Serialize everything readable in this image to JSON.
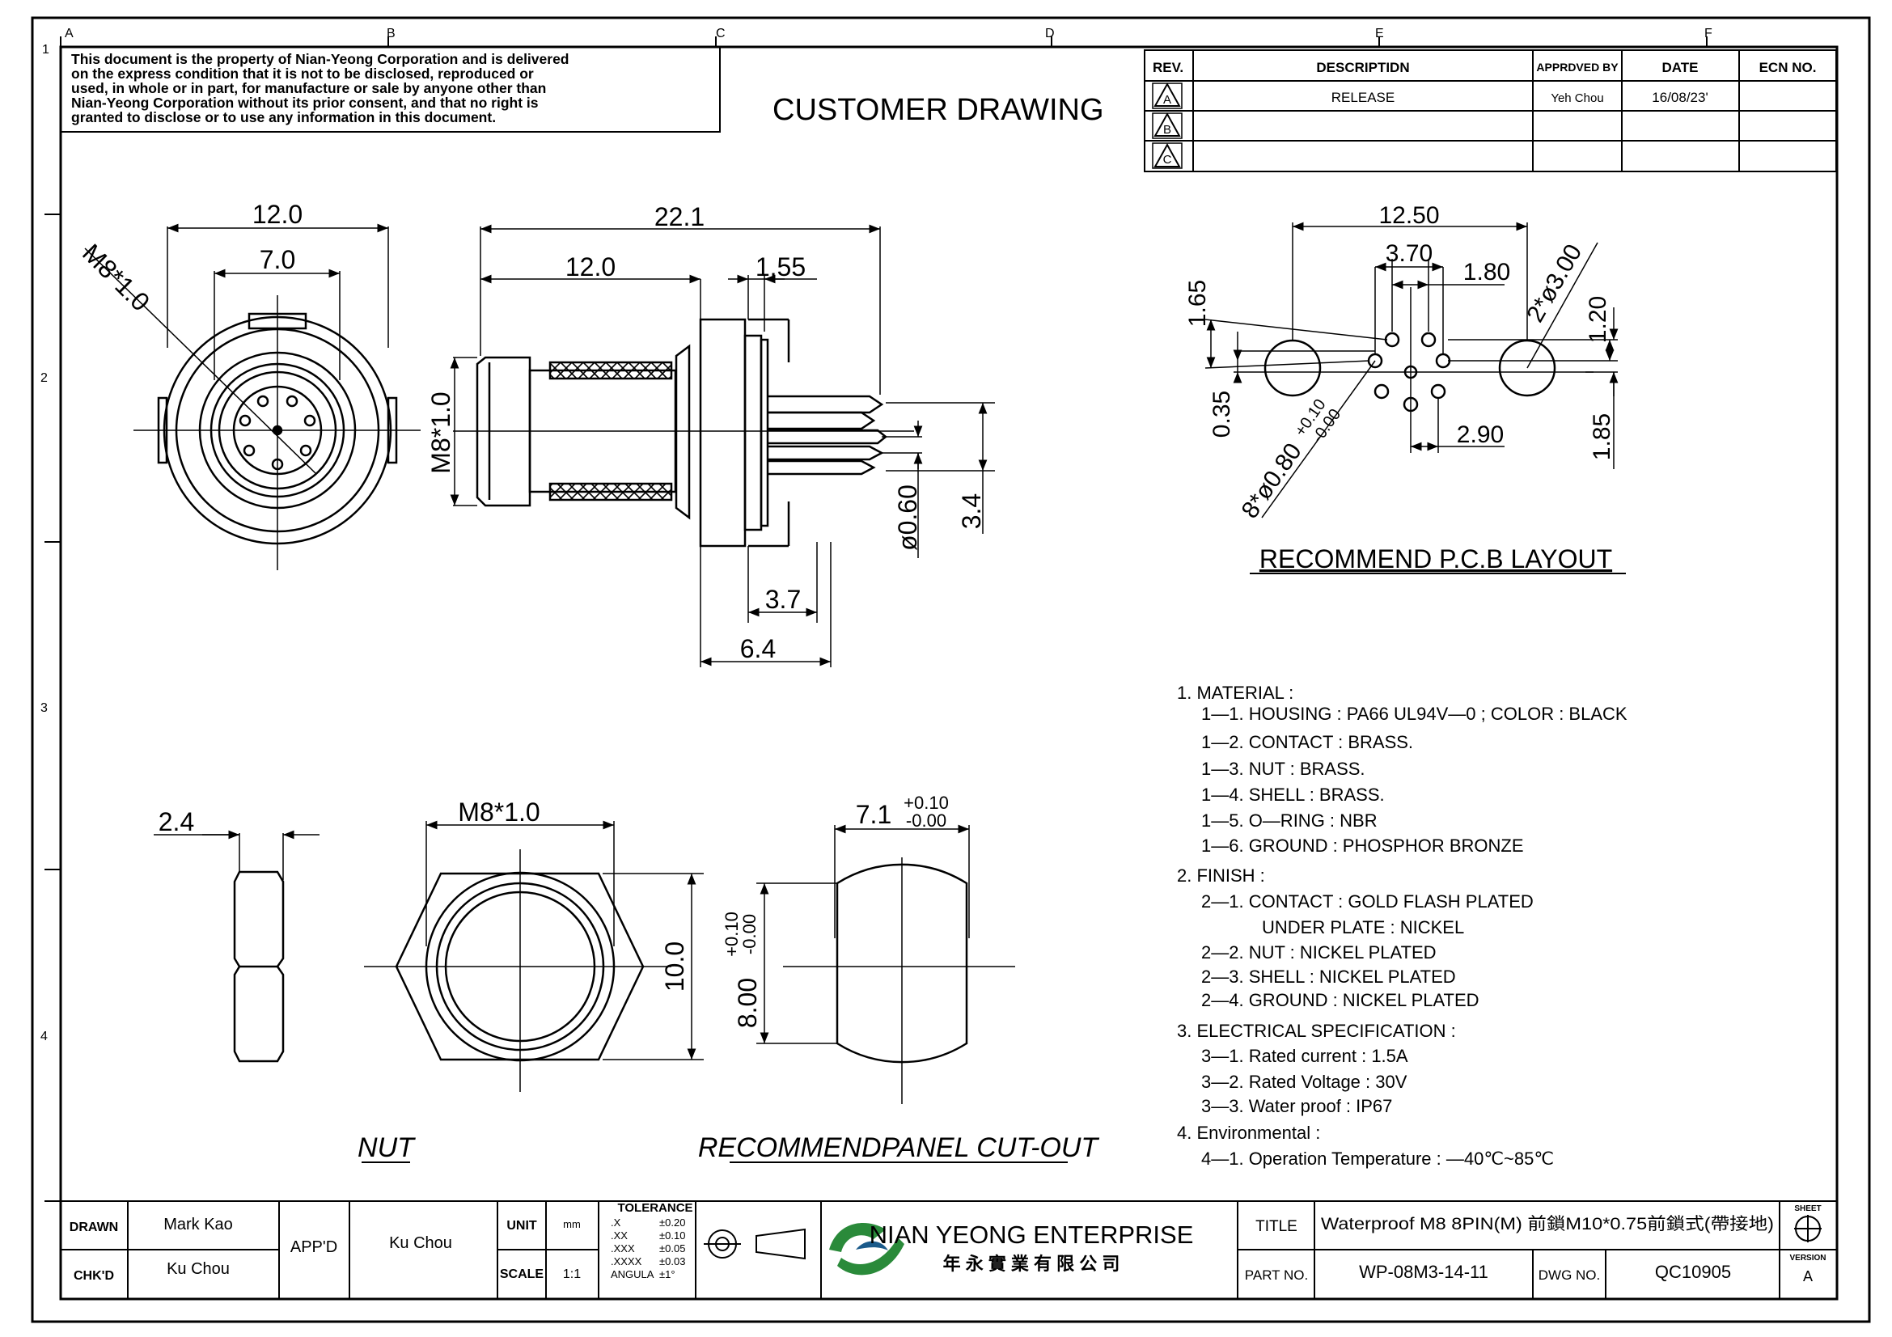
{
  "border": {
    "col_markers": [
      "A",
      "B",
      "C",
      "D",
      "E",
      "F"
    ],
    "row_markers": [
      "1",
      "2",
      "3",
      "4"
    ]
  },
  "notice": [
    "This document is the property of Nian-Yeong Corporation and is delivered",
    "on  the  express condition that it is not to be disclosed, reproduced or",
    "used, in whole or in part, for manufacture or sale by anyone other than",
    "Nian-Yeong Corporation without  its prior consent, and that  no right  is",
    "granted to disclose or to use any information in this  document."
  ],
  "customer_drawing": "CUSTOMER  DRAWING",
  "revision_table": {
    "headers": [
      "REV.",
      "DESCRIPTIDN",
      "APPRDVED BY",
      "DATE",
      "ECN NO."
    ],
    "rows": [
      {
        "rev": "A",
        "description": "RELEASE",
        "approved_by": "Yeh Chou",
        "date": "16/08/23'",
        "ecn": ""
      },
      {
        "rev": "B",
        "description": "",
        "approved_by": "",
        "date": "",
        "ecn": ""
      },
      {
        "rev": "C",
        "description": "",
        "approved_by": "",
        "date": "",
        "ecn": ""
      }
    ]
  },
  "front_view": {
    "dims": [
      "12.0",
      "7.0",
      "M8*1.0"
    ]
  },
  "side_view": {
    "dims": [
      "22.1",
      "12.0",
      "1.55",
      "M8*1.0",
      "ø0.60",
      "3.4",
      "3.7",
      "6.4"
    ]
  },
  "pcb_layout": {
    "title": "RECOMMEND  P.C.B  LAYOUT",
    "dims": [
      "12.50",
      "3.70",
      "1.80",
      "1.65",
      "2*ø3.00",
      "1.20",
      "0.35",
      "8*ø0.80",
      "+0.10",
      "-0.00",
      "2.90",
      "1.85"
    ]
  },
  "nut_view": {
    "label": "NUT",
    "dims": [
      "2.4",
      "M8*1.0",
      "10.0"
    ]
  },
  "cutout_view": {
    "label": "RECOMMENDPANEL CUT-OUT",
    "dims": [
      "7.1",
      "+0.10",
      "-0.00",
      "8.00",
      "+0.10",
      "-0.00"
    ]
  },
  "notes": [
    "1.  MATERIAL  :",
    "1—1.  HOUSING  :  PA66  UL94V—0  ;  COLOR  :  BLACK",
    "1—2.  CONTACT  :  BRASS.",
    "1—3.  NUT  :  BRASS.",
    "1—4.  SHELL  :  BRASS.",
    "1—5.  O—RING  :  NBR",
    "1—6.  GROUND  :  PHOSPHOR  BRONZE",
    "2.  FINISH  :",
    "2—1.  CONTACT  :  GOLD  FLASH  PLATED",
    "UNDER  PLATE  :  NICKEL",
    "2—2.  NUT  :  NICKEL  PLATED",
    "2—3.  SHELL  :  NICKEL  PLATED",
    "2—4.  GROUND  :  NICKEL  PLATED",
    "3.  ELECTRICAL  SPECIFICATION  :",
    "3—1.  Rated  current  :  1.5A",
    "3—2.  Rated  Voltage  :  30V",
    "3—3.  Water  proof  :  IP67",
    "4.  Environmental  :",
    "4—1.  Operation  Temperature  :  —40℃~85℃"
  ],
  "title_block": {
    "drawn_label": "DRAWN",
    "drawn": "Mark Kao",
    "chkd_label": "CHK'D",
    "chkd": "Ku Chou",
    "appd_label": "APP'D",
    "appd": "Ku Chou",
    "unit_label": "UNIT",
    "unit": "mm",
    "scale_label": "SCALE",
    "scale": "1:1",
    "tolerance_title": "TOLERANCE",
    "tolerance": [
      {
        "k": ".X",
        "v": "±0.20"
      },
      {
        "k": ".XX",
        "v": "±0.10"
      },
      {
        "k": ".XXX",
        "v": "±0.05"
      },
      {
        "k": ".XXXX",
        "v": "±0.03"
      },
      {
        "k": "ANGULA",
        "v": "±1°"
      }
    ],
    "company_en": "NIAN YEONG ENTERPRISE",
    "company_zh": "年 永 實 業 有 限 公 司",
    "title_label": "TITLE",
    "title": "Waterproof  M8  8PIN(M)  前鎖M10*0.75前鎖式(帶接地)",
    "part_label": "PART NO.",
    "part_no": "WP-08M3-14-11",
    "dwg_label": "DWG NO.",
    "dwg_no": "QC10905",
    "sheet_label": "SHEET",
    "version_label": "VERSION",
    "version": "A"
  }
}
